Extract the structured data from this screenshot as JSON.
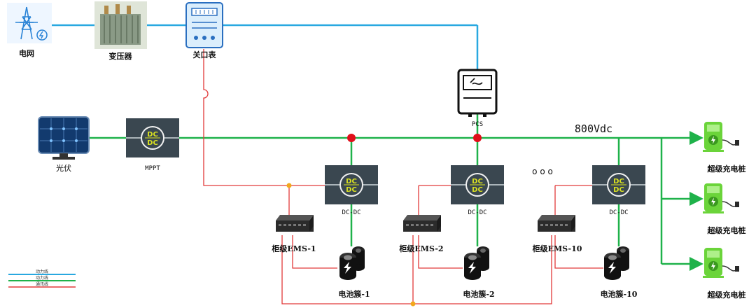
{
  "labels": {
    "grid": "电网",
    "transformer": "变压器",
    "meter": "关口表",
    "pcs": "PCS",
    "pv": "光伏",
    "mppt": "MPPT",
    "bus_voltage": "800Vdc",
    "dcdc": "DC-DC",
    "ems_1": "柜级EMS-1",
    "ems_2": "柜级EMS-2",
    "ems_10": "柜级EMS-10",
    "battery_1": "电池簇-1",
    "battery_2": "电池簇-2",
    "battery_10": "电池簇-10",
    "charger": "超级充电桩",
    "dc_text": "DC",
    "ellipsis": "o  o  o"
  },
  "legend": {
    "ac_line": "动力线",
    "dc_line": "动力线",
    "comm_line": "通讯线"
  },
  "colors": {
    "ac": "#29a8e0",
    "dc": "#1fb24a",
    "comm": "#e23a3a",
    "junction": "#f2a81d",
    "node": "#e0101a",
    "module": "#3a4750",
    "charger": "#6bd43a"
  }
}
